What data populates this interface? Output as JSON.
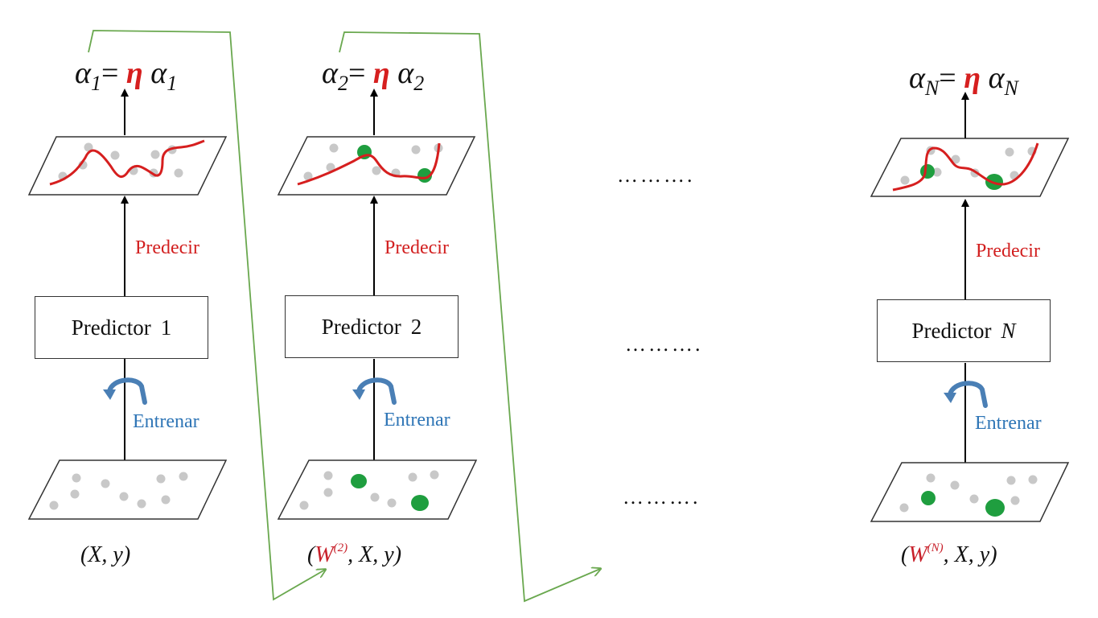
{
  "columns": [
    {
      "id": "1",
      "alpha": {
        "symbol": "α",
        "sub": "1",
        "equals": "=",
        "eta": "η"
      },
      "predict_label": "Predecir",
      "train_label": "Entrenar",
      "predictor": {
        "name": "Predictor",
        "index": "1",
        "italic": false
      },
      "dataset": {
        "open": "(",
        "weight": "",
        "weight_sup": "",
        "rest": "X, y)"
      }
    },
    {
      "id": "2",
      "alpha": {
        "symbol": "α",
        "sub": "2",
        "equals": "=",
        "eta": "η"
      },
      "predict_label": "Predecir",
      "train_label": "Entrenar",
      "predictor": {
        "name": "Predictor",
        "index": "2",
        "italic": false
      },
      "dataset": {
        "open": "(",
        "weight": "W",
        "weight_sup": "(2)",
        "rest": ", X, y)"
      }
    },
    {
      "id": "N",
      "alpha": {
        "symbol": "α",
        "sub": "N",
        "equals": "=",
        "eta": "η"
      },
      "predict_label": "Predecir",
      "train_label": "Entrenar",
      "predictor": {
        "name": "Predictor",
        "index": "N",
        "italic": true
      },
      "dataset": {
        "open": "(",
        "weight": "W",
        "weight_sup": "(N)",
        "rest": ", X, y)"
      }
    }
  ],
  "ellipsis": [
    "……….",
    "……….",
    "………."
  ],
  "colors": {
    "curve": "#d61f1f",
    "highlight_point": "#1f9e3f",
    "point": "#c8c8c8",
    "connector": "#6aa84f",
    "train_arrow": "#4a7fb5"
  }
}
